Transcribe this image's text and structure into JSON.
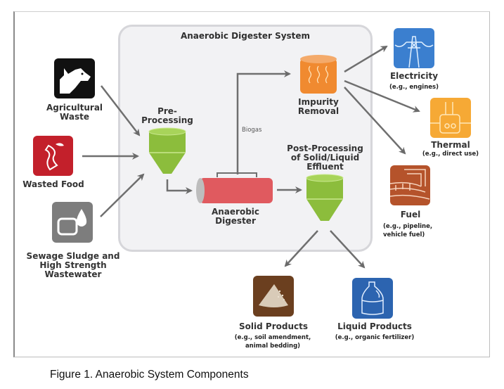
{
  "diagram": {
    "system_title": "Anaerobic Digester System",
    "inputs": [
      {
        "id": "agricultural-waste",
        "label": "Agricultural Waste",
        "lines": [
          "Agricultural",
          "Waste"
        ],
        "icon": "cow-icon",
        "color": "#111111"
      },
      {
        "id": "wasted-food",
        "label": "Wasted Food",
        "lines": [
          "Wasted Food"
        ],
        "icon": "apple-core-icon",
        "color": "#c3202b"
      },
      {
        "id": "sewage-sludge",
        "label": "Sewage Sludge and High Strength Wastewater",
        "lines": [
          "Sewage Sludge and",
          "High Strength",
          "Wastewater"
        ],
        "icon": "sludge-drop-icon",
        "color": "#7d7d7d"
      }
    ],
    "process": [
      {
        "id": "pre-processing",
        "lines": [
          "Pre-",
          "Processing"
        ],
        "icon": "hopper-icon",
        "color": "#8cbd3c"
      },
      {
        "id": "anaerobic-digester",
        "lines": [
          "Anaerobic",
          "Digester"
        ],
        "icon": "digester-tank-icon",
        "color": "#e05a5f"
      },
      {
        "id": "impurity-removal",
        "lines": [
          "Impurity",
          "Removal"
        ],
        "icon": "cylinder-icon",
        "color": "#f08a30"
      },
      {
        "id": "post-processing",
        "lines": [
          "Post-Processing",
          "of Solid/Liquid",
          "Effluent"
        ],
        "icon": "hopper-icon",
        "color": "#8cbd3c"
      }
    ],
    "biogas_label": "Biogas",
    "outputs": [
      {
        "id": "electricity",
        "title": "Electricity",
        "example": [
          "(e.g., engines)"
        ],
        "icon": "power-tower-icon",
        "color": "#3b7fcf"
      },
      {
        "id": "thermal",
        "title": "Thermal",
        "example": [
          "(e.g., direct use)"
        ],
        "icon": "boiler-icon",
        "color": "#f6a935"
      },
      {
        "id": "fuel",
        "title": "Fuel",
        "example": [
          "(e.g., pipeline,",
          "vehicle fuel)"
        ],
        "icon": "pipeline-icon",
        "color": "#b5532b"
      },
      {
        "id": "solid-products",
        "title": "Solid Products",
        "example": [
          "(e.g., soil amendment,",
          "animal bedding)"
        ],
        "icon": "soil-pile-icon",
        "color": "#6b3f1f"
      },
      {
        "id": "liquid-products",
        "title": "Liquid Products",
        "example": [
          "(e.g., organic fertilizer)"
        ],
        "icon": "jug-icon",
        "color": "#2c64b0"
      }
    ],
    "flows": [
      [
        "agricultural-waste",
        "pre-processing"
      ],
      [
        "wasted-food",
        "pre-processing"
      ],
      [
        "sewage-sludge",
        "pre-processing"
      ],
      [
        "pre-processing",
        "anaerobic-digester"
      ],
      [
        "anaerobic-digester",
        "impurity-removal"
      ],
      [
        "anaerobic-digester",
        "post-processing"
      ],
      [
        "impurity-removal",
        "electricity"
      ],
      [
        "impurity-removal",
        "thermal"
      ],
      [
        "impurity-removal",
        "fuel"
      ],
      [
        "post-processing",
        "solid-products"
      ],
      [
        "post-processing",
        "liquid-products"
      ]
    ]
  },
  "caption": "Figure 1. Anaerobic System Components"
}
